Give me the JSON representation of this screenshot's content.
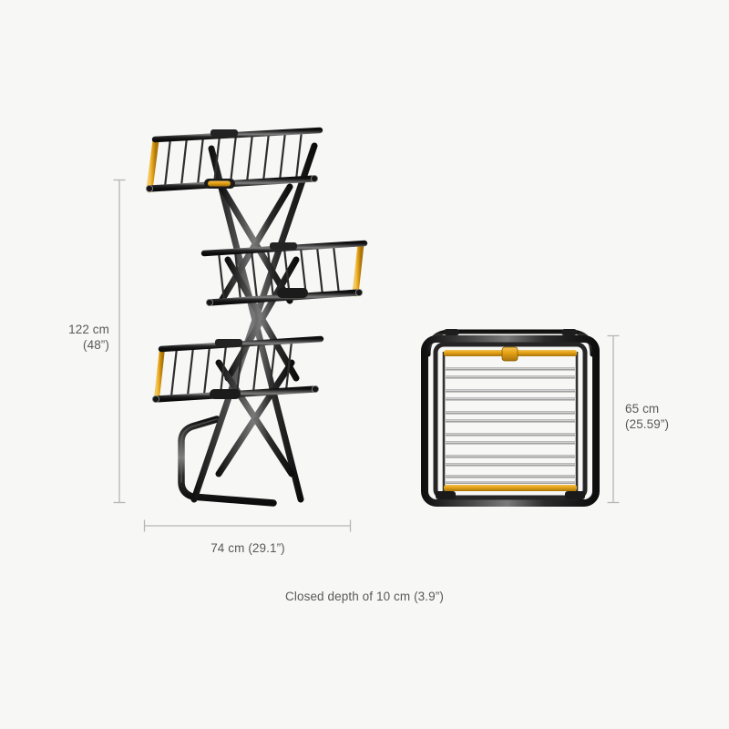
{
  "image": {
    "kind": "product-dimension-diagram",
    "subject": "folding clothes drying rack",
    "background_color": "#f7f7f6"
  },
  "palette": {
    "background": "#f7f7f6",
    "frame_black": "#1e1e1e",
    "frame_black_light": "#3a3a3a",
    "frame_highlight": "#6d6d6d",
    "accent_yellow": "#e9a517",
    "accent_yellow_dark": "#b47d08",
    "rail_silver": "#c9c9c9",
    "rail_silver_dark": "#8d8d8d",
    "dimension_line": "#b6b6b6",
    "text": "#595959"
  },
  "dimensions": {
    "height": {
      "name": "height",
      "metric": "122 cm",
      "imperial": "(48”)",
      "label": "122 cm\n(48”)",
      "orientation": "vertical",
      "applies_to": "open-rack"
    },
    "width": {
      "name": "width",
      "metric": "74 cm",
      "imperial": "(29.1”)",
      "label": "74 cm (29.1”)",
      "orientation": "horizontal",
      "applies_to": "open-rack"
    },
    "depth_folded": {
      "name": "folded height",
      "metric": "65 cm",
      "imperial": "(25.59”)",
      "label": "65 cm\n(25.59”)",
      "orientation": "vertical",
      "applies_to": "folded-rack"
    }
  },
  "caption": {
    "text": "Closed depth of 10 cm (3.9”)"
  },
  "open_rack": {
    "name": "open-drying-rack",
    "tiers": 3,
    "tier_rails": [
      9,
      9,
      9
    ],
    "has_scissor_frame": true,
    "accent_bars": [
      "top-left",
      "middle-right",
      "bottom-left"
    ]
  },
  "folded_rack": {
    "name": "folded-drying-rack",
    "rail_count": 12,
    "has_top_handle": true,
    "has_center_clasp": true,
    "accent_bars": [
      "top",
      "bottom"
    ]
  }
}
